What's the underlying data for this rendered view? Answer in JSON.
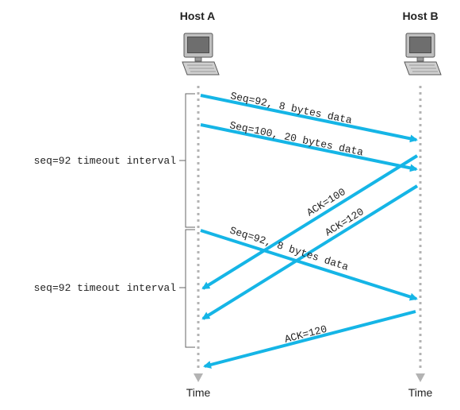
{
  "hosts": {
    "a": {
      "title": "Host A",
      "time_label": "Time"
    },
    "b": {
      "title": "Host B",
      "time_label": "Time"
    }
  },
  "timeouts": [
    {
      "label": "seq=92 timeout interval"
    },
    {
      "label": "seq=92 timeout interval"
    }
  ],
  "messages": [
    {
      "label": "Seq=92, 8 bytes data"
    },
    {
      "label": "Seq=100, 20 bytes data"
    },
    {
      "label": "ACK=100"
    },
    {
      "label": "ACK=120"
    },
    {
      "label": "Seq=92, 8 bytes data"
    },
    {
      "label": "ACK=120"
    }
  ],
  "colors": {
    "arrow": "#15b5e6",
    "timeline": "#b3b3b3",
    "bracket": "#666666"
  },
  "icons": {
    "computer": "desktop-computer-icon"
  }
}
